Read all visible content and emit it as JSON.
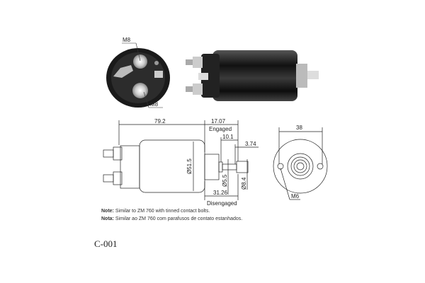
{
  "photo_labels": {
    "top_terminal": "M8",
    "bottom_terminal": "M8"
  },
  "dimensions": {
    "length": "79.2",
    "engaged_length": "17.07",
    "engaged_label": "Engaged",
    "plunger_a": "10.1",
    "plunger_b": "3.74",
    "body_diameter": "Ø51.5",
    "plunger_diameter": "Ø5.5",
    "tip_diameter": "Ø8.4",
    "disengaged_length": "31.26",
    "disengaged_label": "Disengaged",
    "flange_width": "38",
    "mount_thread": "M6"
  },
  "notes": [
    {
      "label": "Note:",
      "text": "Similar to ZM 760 with tinned contact bolts."
    },
    {
      "label": "Nota:",
      "text": "Similar ao ZM 760 com parafusos de contato estanhados."
    }
  ],
  "part_code": "C-001"
}
